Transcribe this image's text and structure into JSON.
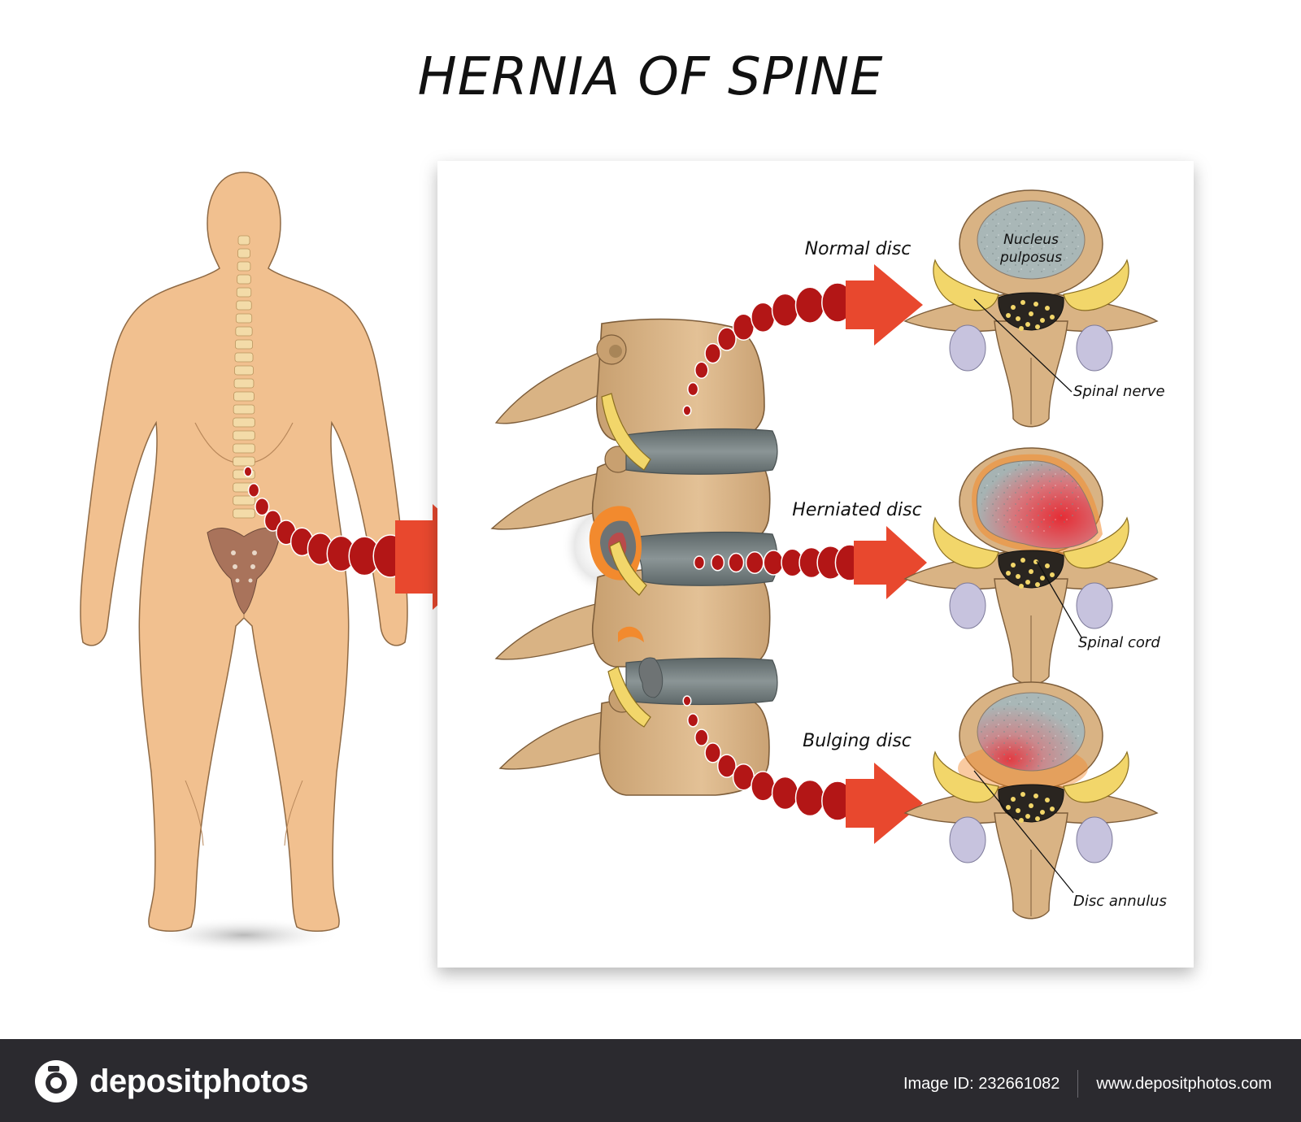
{
  "title": "HERNIA OF SPINE",
  "labels": {
    "normal_disc": "Normal disc",
    "herniated_disc": "Herniated disc",
    "bulging_disc": "Bulging disc",
    "nucleus_line1": "Nucleus",
    "nucleus_line2": "pulposus",
    "spinal_nerve": "Spinal nerve",
    "spinal_cord": "Spinal cord",
    "disc_annulus": "Disc annulus"
  },
  "footer": {
    "brand": "depositphotos",
    "image_id": "Image ID: 232661082",
    "website": "www.depositphotos.com"
  },
  "colors": {
    "skin": "#f1c08f",
    "bone": "#d9b384",
    "disc": "#7a8486",
    "arrow": "#e8482e",
    "chain": "#b31616",
    "nucleus": "#a9b7b7",
    "herniation": "#e6333a",
    "nerve": "#f2d66a",
    "footer": "#2b2a2f"
  }
}
